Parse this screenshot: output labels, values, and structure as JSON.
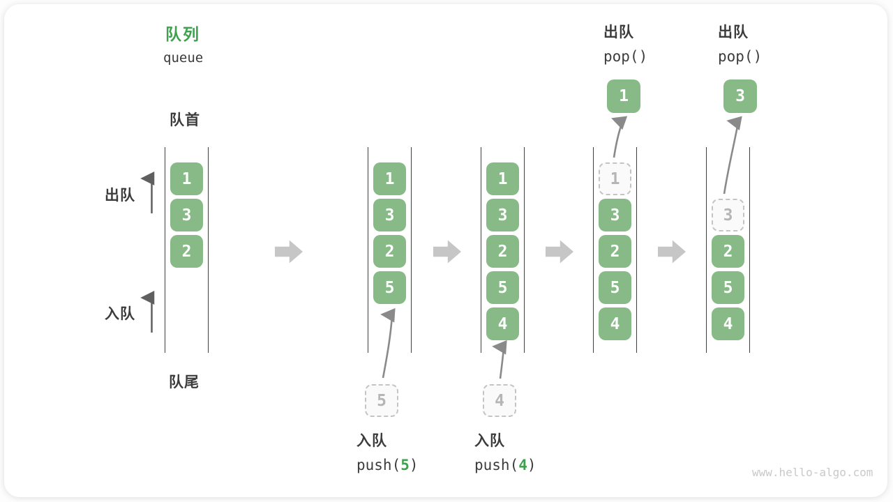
{
  "title": {
    "zh": "队列",
    "en": "queue"
  },
  "side_labels": {
    "front": "队首",
    "dequeue": "出队",
    "enqueue": "入队",
    "rear": "队尾"
  },
  "colors": {
    "accent_green": "#3fa14f",
    "box_green": "#87ba87",
    "step_arrow_gray": "#c6c6c6",
    "flow_arrow_gray": "#8a8a8a",
    "direction_arrow_gray": "#5f5f5f",
    "dashed_border_gray": "#c4c4c4",
    "text_dark": "#3c3c3c",
    "muted_text": "#b5b5b5"
  },
  "watermark": "www.hello-algo.com",
  "queues": [
    {
      "name": "state-initial",
      "slots": [
        {
          "row": 0,
          "value": "1",
          "style": "solid"
        },
        {
          "row": 1,
          "value": "3",
          "style": "solid"
        },
        {
          "row": 2,
          "value": "2",
          "style": "solid"
        }
      ]
    },
    {
      "name": "state-after-push-5",
      "slots": [
        {
          "row": 0,
          "value": "1",
          "style": "solid"
        },
        {
          "row": 1,
          "value": "3",
          "style": "solid"
        },
        {
          "row": 2,
          "value": "2",
          "style": "solid"
        },
        {
          "row": 3,
          "value": "5",
          "style": "solid"
        }
      ]
    },
    {
      "name": "state-after-push-4",
      "slots": [
        {
          "row": 0,
          "value": "1",
          "style": "solid"
        },
        {
          "row": 1,
          "value": "3",
          "style": "solid"
        },
        {
          "row": 2,
          "value": "2",
          "style": "solid"
        },
        {
          "row": 3,
          "value": "5",
          "style": "solid"
        },
        {
          "row": 4,
          "value": "4",
          "style": "solid"
        }
      ]
    },
    {
      "name": "state-after-pop-1",
      "slots": [
        {
          "row": 0,
          "value": "1",
          "style": "dashed"
        },
        {
          "row": 1,
          "value": "3",
          "style": "solid"
        },
        {
          "row": 2,
          "value": "2",
          "style": "solid"
        },
        {
          "row": 3,
          "value": "5",
          "style": "solid"
        },
        {
          "row": 4,
          "value": "4",
          "style": "solid"
        }
      ]
    },
    {
      "name": "state-after-pop-3",
      "slots": [
        {
          "row": 1,
          "value": "3",
          "style": "dashed"
        },
        {
          "row": 2,
          "value": "2",
          "style": "solid"
        },
        {
          "row": 3,
          "value": "5",
          "style": "solid"
        },
        {
          "row": 4,
          "value": "4",
          "style": "solid"
        }
      ]
    }
  ],
  "staging_boxes": {
    "push5": "5",
    "push4": "4"
  },
  "popped_boxes": {
    "pop1": "1",
    "pop2": "3"
  },
  "operations": {
    "push5": {
      "label": "入队",
      "fn_prefix": "push(",
      "arg": "5",
      "fn_suffix": ")"
    },
    "push4": {
      "label": "入队",
      "fn_prefix": "push(",
      "arg": "4",
      "fn_suffix": ")"
    },
    "pop1": {
      "label": "出队",
      "fn": "pop()"
    },
    "pop2": {
      "label": "出队",
      "fn": "pop()"
    }
  }
}
